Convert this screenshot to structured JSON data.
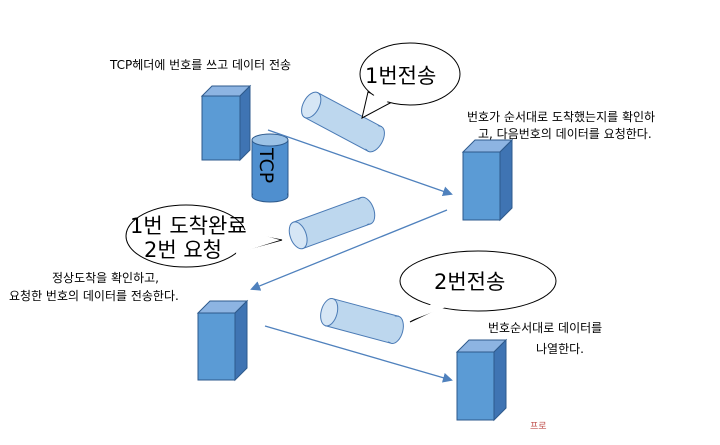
{
  "labels": {
    "sender_top_caption": "TCP헤더에 번호를 쓰고 데이터 전송",
    "receiver_top_caption_line1": "번호가 순서대로 도착했는지를 확인하",
    "receiver_top_caption_line2": "고, 다음번호의 데이터를 요청한다.",
    "sender_bottom_caption_line1": "정상도착을 확인하고,",
    "sender_bottom_caption_line2": "요청한 번호의 데이터를 전송한다.",
    "receiver_bottom_caption_line1": "번호순서대로 데이터를",
    "receiver_bottom_caption_line2": "나열한다.",
    "tcp_label": "TCP",
    "footer_mark": "프로"
  },
  "bubbles": {
    "send1": "1번전송",
    "ack1_line1": "1번 도착완료",
    "ack1_line2": "2번 요청",
    "send2": "2번전송"
  },
  "colors": {
    "box_front": "#5b9bd5",
    "box_top": "#8db4e2",
    "box_side": "#3f74b3",
    "box_stroke": "#2e5a8c",
    "cylinder_fill": "#bdd7ee",
    "cylinder_stroke": "#4a7ab5",
    "tcp_cylinder_fill": "#4f8fcf",
    "arrow": "#4f81bd"
  }
}
